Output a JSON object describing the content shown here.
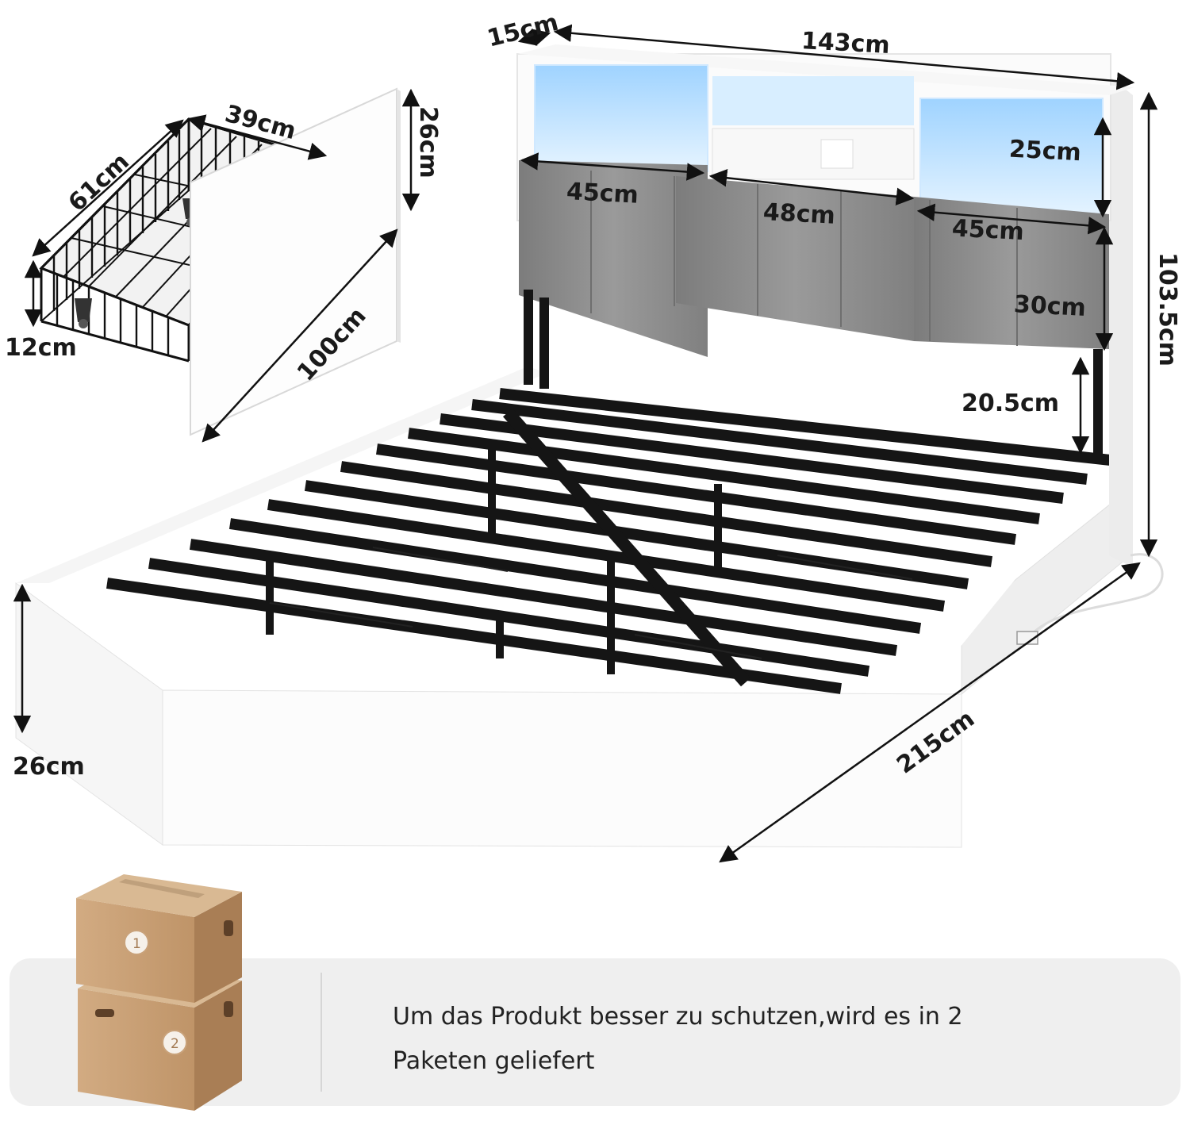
{
  "dimensions": {
    "headboard_depth": "15cm",
    "headboard_width": "143cm",
    "total_height": "103.5cm",
    "shelf_height": "25cm",
    "panel_left_width": "45cm",
    "panel_center_width": "48cm",
    "panel_right_width": "45cm",
    "panel_height": "30cm",
    "clearance_height": "20.5cm",
    "frame_length": "215cm",
    "frame_height": "26cm",
    "drawer_width": "39cm",
    "drawer_depth": "61cm",
    "drawer_height": "12cm",
    "drawer_panel_height": "26cm",
    "drawer_panel_length": "100cm"
  },
  "packages": {
    "box_1": "1",
    "box_2": "2"
  },
  "info": {
    "line1": "Um das Produkt besser zu schutzen,wird es in 2",
    "line2": "Paketen geliefert"
  },
  "colors": {
    "frame_white": "#fbfbfb",
    "metal_black": "#151515",
    "upholstery_grey": "#8c8c8c",
    "led_blue": "#bfe3ff",
    "cardboard": "#c9a27a"
  }
}
